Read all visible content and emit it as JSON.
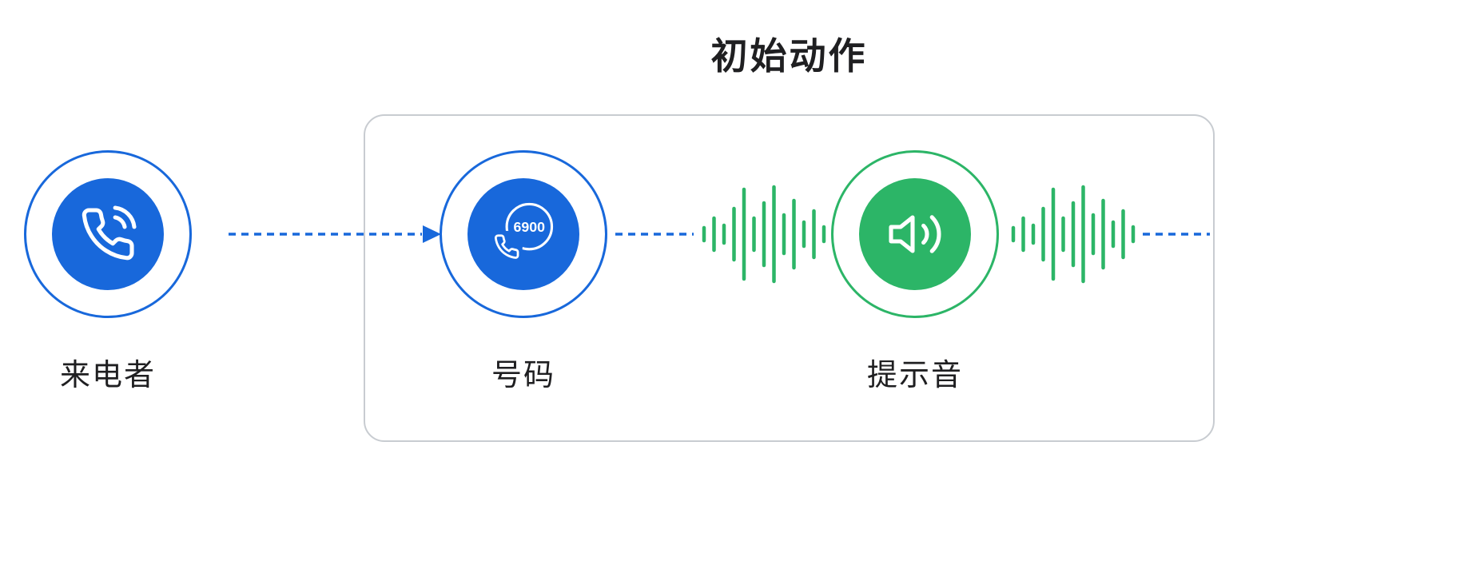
{
  "title": "初始动作",
  "colors": {
    "blue": "#1868db",
    "green": "#2cb567",
    "box-border": "#c8ccd1",
    "text": "#1f1f21"
  },
  "nodes": {
    "caller": {
      "label": "来电者",
      "icon": "phone-call-icon"
    },
    "number": {
      "label": "号码",
      "icon": "phone-number-icon",
      "badge": "6900"
    },
    "prompt": {
      "label": "提示音",
      "icon": "speaker-icon"
    }
  },
  "waveform": {
    "heights": [
      16,
      40,
      22,
      64,
      112,
      40,
      78,
      118,
      48,
      84,
      30,
      58,
      18
    ],
    "spacing": 12.5,
    "bar_width": 4.5
  }
}
